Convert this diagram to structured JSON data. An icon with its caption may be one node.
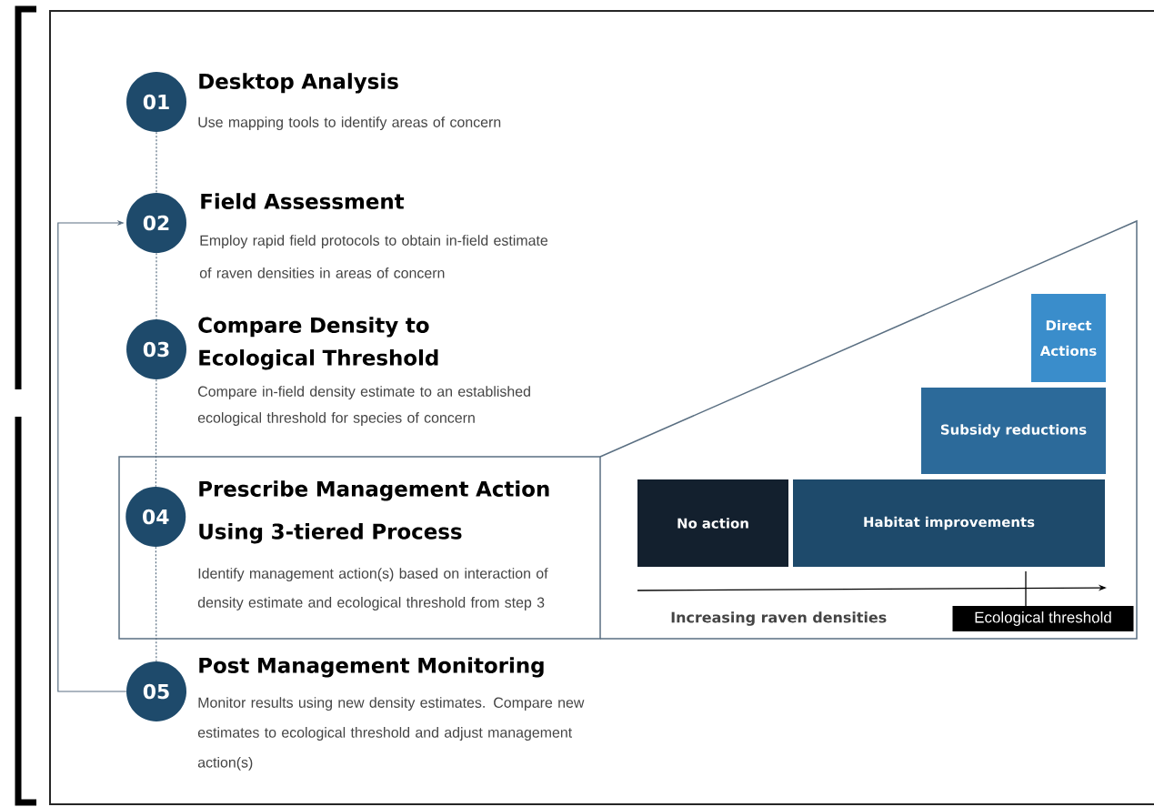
{
  "diagram": {
    "nodes": [
      {
        "text": [
          "01"
        ],
        "beside": [
          "Desktop Analysis",
          "Use mapping tools to identify areas of concern"
        ]
      },
      {
        "text": [
          "02"
        ],
        "beside": [
          "Field Assessment",
          "Employ rapid field protocols to obtain in-field estimate of raven densities in areas of concern"
        ]
      },
      {
        "text": [
          "03"
        ],
        "beside": [
          "Compare Density to Ecological Threshold",
          "Compare in-field density estimate to an established ecological threshold for species of concern"
        ]
      },
      {
        "text": [
          "Prescribe Management Action Using 3-tiered Process",
          "Identify management action(s) based on interaction of density estimate and ecological threshold from step 3"
        ]
      },
      {
        "text": [
          "04"
        ],
        "in": 3
      },
      {
        "text": [
          "05"
        ],
        "beside": [
          "Post Management Monitoring",
          "Monitor results using new density estimates. Compare new estimates to ecological threshold and adjust management action(s)"
        ]
      },
      {
        "text": [
          "Direct Actions"
        ]
      },
      {
        "text": [
          "Subsidy reductions"
        ]
      },
      {
        "text": [
          "No action"
        ]
      },
      {
        "text": [
          "Habitat improvements"
        ]
      },
      {
        "text": [
          "Ecological threshold"
        ]
      }
    ],
    "edges": [
      {
        "from": 0,
        "to": 1,
        "arrow": "none",
        "style": "dashed"
      },
      {
        "from": 1,
        "to": 2,
        "arrow": "none",
        "style": "dashed"
      },
      {
        "from": 2,
        "to": 4,
        "arrow": "none",
        "style": "dashed"
      },
      {
        "from": 4,
        "to": 5,
        "arrow": "none",
        "style": "dashed"
      },
      {
        "from": 5,
        "to": 1,
        "arrow": "to"
      }
    ],
    "labels": [
      "Increasing raven densities"
    ]
  }
}
